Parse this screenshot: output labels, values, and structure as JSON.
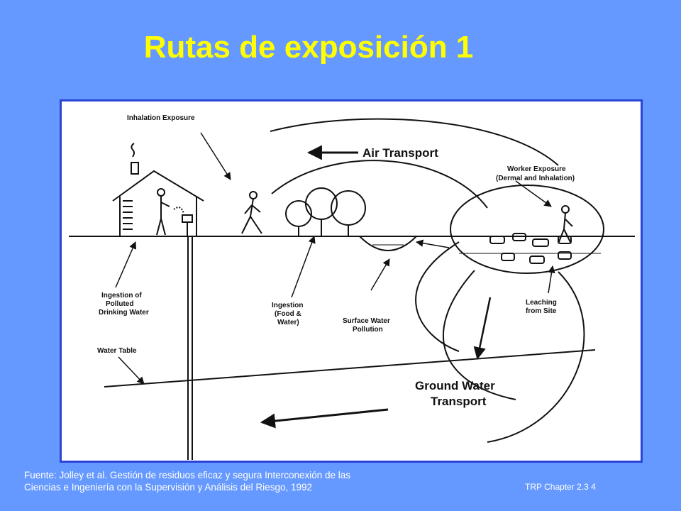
{
  "slide": {
    "title": "Rutas de exposición 1",
    "footer_line1": "Fuente: Jolley et al.  Gestión de residuos eficaz y segura Interconexión de las",
    "footer_line2": "Ciencias e Ingeniería con la  Supervisión y Análisis del Riesgo, 1992",
    "slide_number": "TRP Chapter 2.3  4"
  },
  "diagram": {
    "inhalation": "Inhalation Exposure",
    "air_transport": "Air Transport",
    "worker_1": "Worker Exposure",
    "worker_2": "(Dermal and Inhalation)",
    "ingestion_pdw_1": "Ingestion of",
    "ingestion_pdw_2": "Polluted",
    "ingestion_pdw_3": "Drinking Water",
    "ingestion_fw_1": "Ingestion",
    "ingestion_fw_2": "(Food &",
    "ingestion_fw_3": "Water)",
    "surface_1": "Surface Water",
    "surface_2": "Pollution",
    "leaching_1": "Leaching",
    "leaching_2": "from Site",
    "water_table": "Water Table",
    "gw_1": "Ground Water",
    "gw_2": "Transport"
  }
}
